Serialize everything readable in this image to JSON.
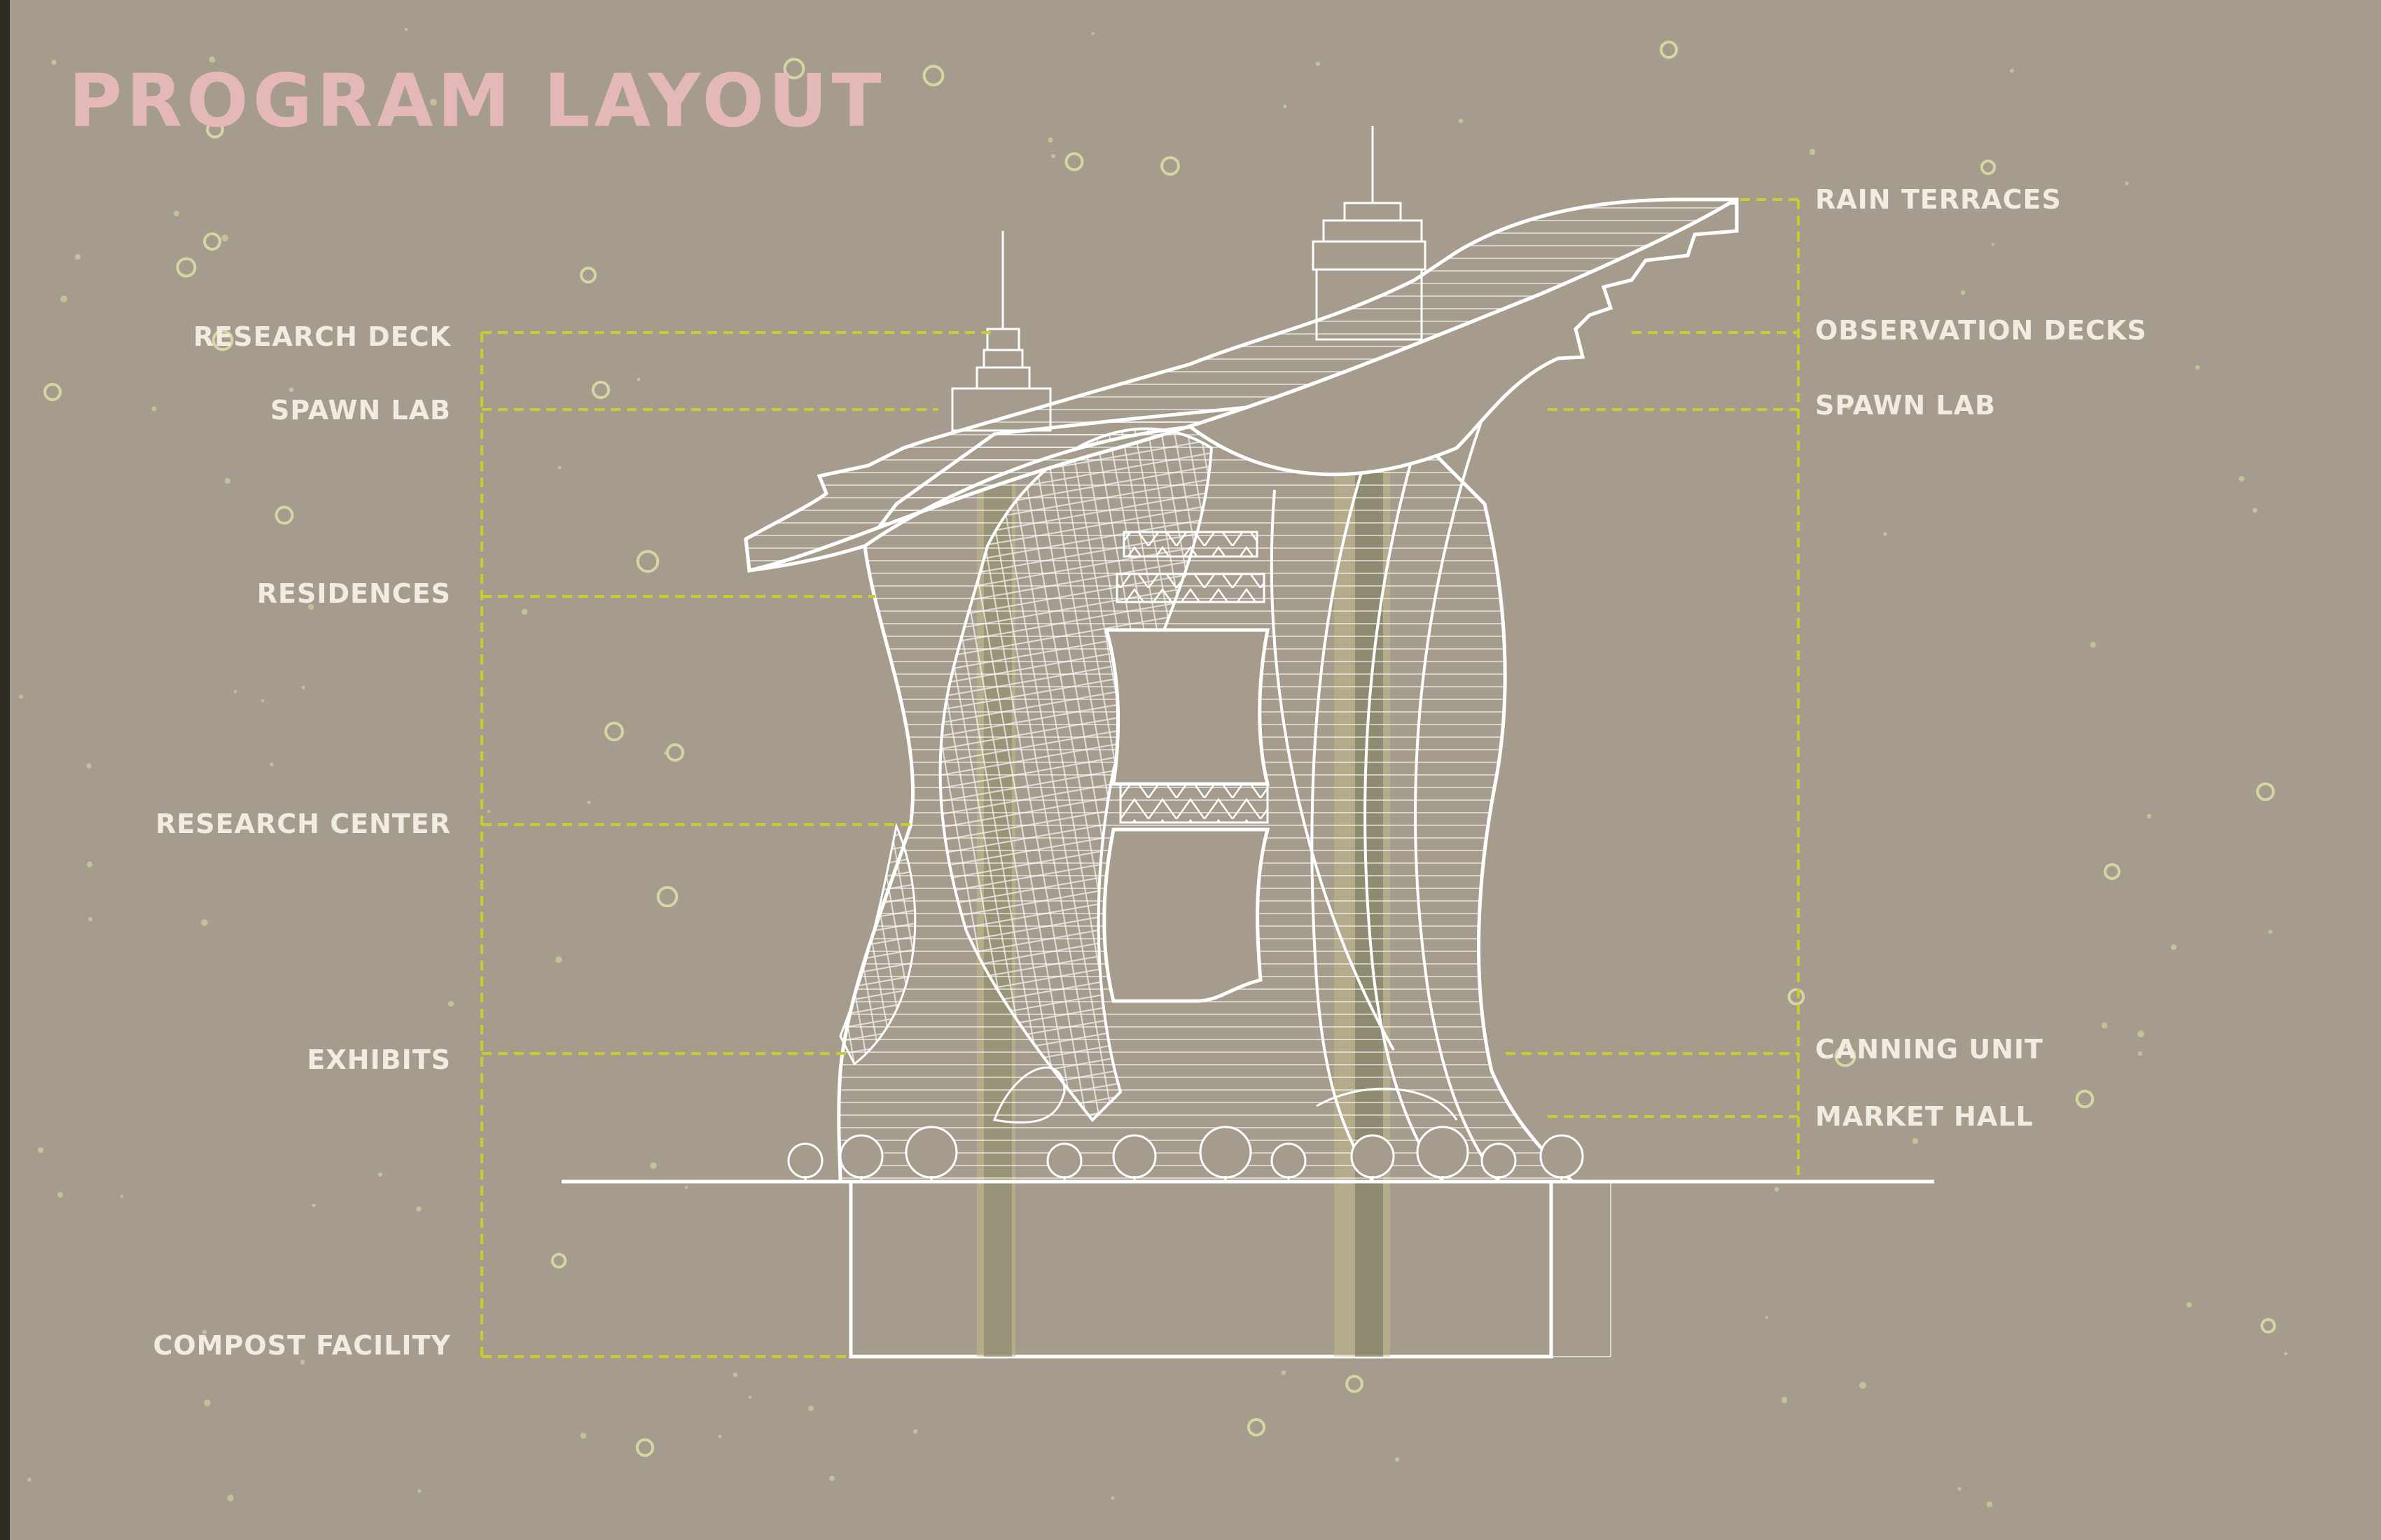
{
  "title": "PROGRAM LAYOUT",
  "colors": {
    "background": "#a59c8d",
    "title": "#e5b8b8",
    "label": "#f1ece2",
    "leader_line": "#c9cc2c",
    "linework": "#ffffff"
  },
  "labels_left": [
    "RESEARCH DECK",
    "SPAWN LAB",
    "RESIDENCES",
    "RESEARCH CENTER",
    "EXHIBITS",
    "COMPOST FACILITY"
  ],
  "labels_right": [
    "RAIN TERRACES",
    "OBSERVATION DECKS",
    "SPAWN LAB",
    "CANNING UNIT",
    "MARKET HALL"
  ]
}
